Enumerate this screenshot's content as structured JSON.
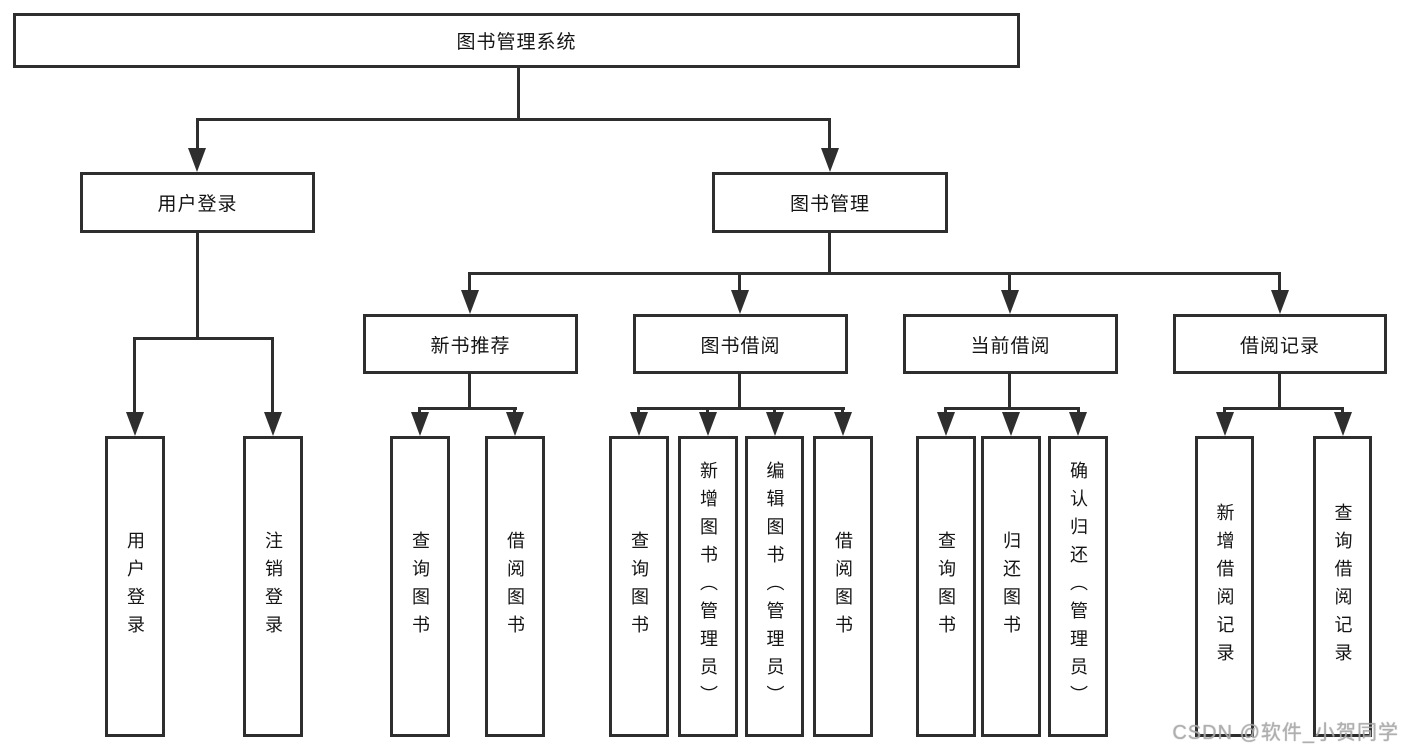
{
  "watermark": {
    "text": "CSDN @软件_小贺同学",
    "color": "#a9a9a9"
  },
  "colors": {
    "line": "#2e2e2e",
    "box_border": "#2e2e2e",
    "text": "#141414",
    "background": "#ffffff"
  },
  "tree": {
    "label": "图书管理系统",
    "children": [
      {
        "label": "用户登录",
        "children": [
          {
            "label": "用户登录"
          },
          {
            "label": "注销登录"
          }
        ]
      },
      {
        "label": "图书管理",
        "children": [
          {
            "label": "新书推荐",
            "children": [
              {
                "label": "查询图书"
              },
              {
                "label": "借阅图书"
              }
            ]
          },
          {
            "label": "图书借阅",
            "children": [
              {
                "label": "查询图书"
              },
              {
                "label": "新增图书（管理员）"
              },
              {
                "label": "编辑图书（管理员）"
              },
              {
                "label": "借阅图书"
              }
            ]
          },
          {
            "label": "当前借阅",
            "children": [
              {
                "label": "查询图书"
              },
              {
                "label": "归还图书"
              },
              {
                "label": "确认归还（管理员）"
              }
            ]
          },
          {
            "label": "借阅记录",
            "children": [
              {
                "label": "新增借阅记录"
              },
              {
                "label": "查询借阅记录"
              }
            ]
          }
        ]
      }
    ]
  }
}
